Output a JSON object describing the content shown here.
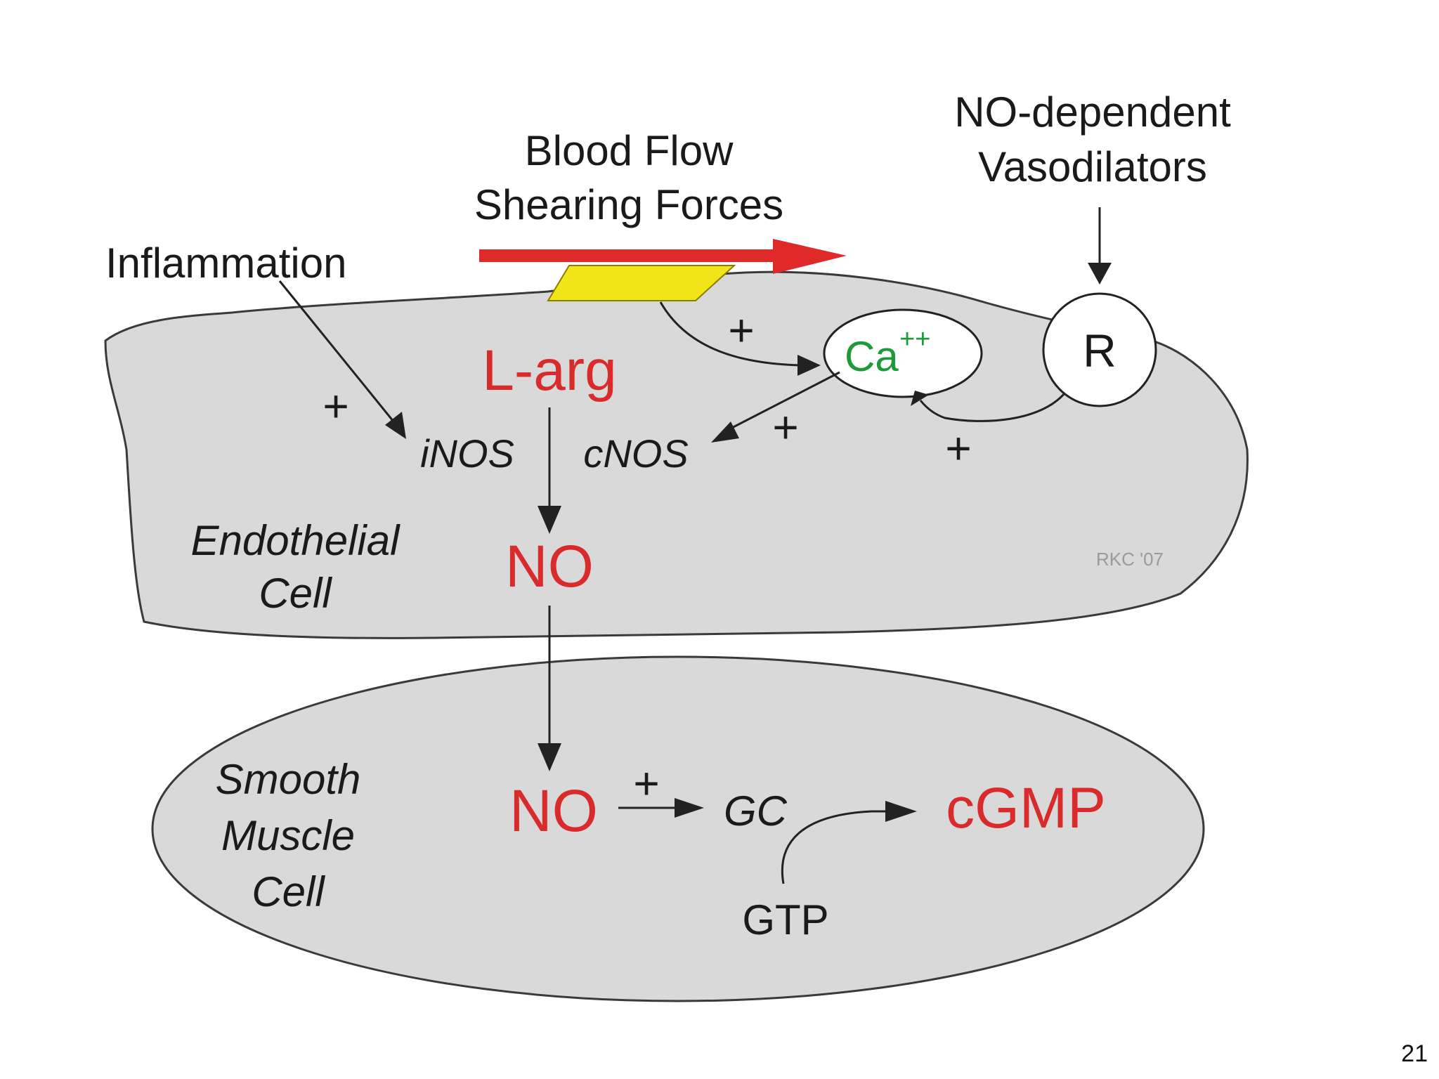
{
  "labels": {
    "blood_flow_line1": "Blood Flow",
    "blood_flow_line2": "Shearing Forces",
    "vasodilators_line1": "NO-dependent",
    "vasodilators_line2": "Vasodilators",
    "inflammation": "Inflammation",
    "receptor": "R",
    "calcium": "Ca",
    "calcium_charge": "++",
    "l_arg": "L-arg",
    "inos": "iNOS",
    "cnos": "cNOS",
    "no_endothelial": "NO",
    "endothelial_line1": "Endothelial",
    "endothelial_line2": "Cell",
    "smooth_line1": "Smooth",
    "smooth_line2": "Muscle",
    "smooth_line3": "Cell",
    "no_smooth": "NO",
    "gc": "GC",
    "cgmp": "cGMP",
    "gtp": "GTP",
    "plus": "+",
    "signature": "RKC '07"
  },
  "colors": {
    "cell_fill": "#d9d9d9",
    "cell_stroke": "#3a3a3a",
    "accent_red": "#d92b2b",
    "calcium_green": "#1f9a3a",
    "sensor_yellow": "#f2e51a",
    "arrow_red": "#e02a2a"
  },
  "slide": {
    "page_number": "21"
  }
}
